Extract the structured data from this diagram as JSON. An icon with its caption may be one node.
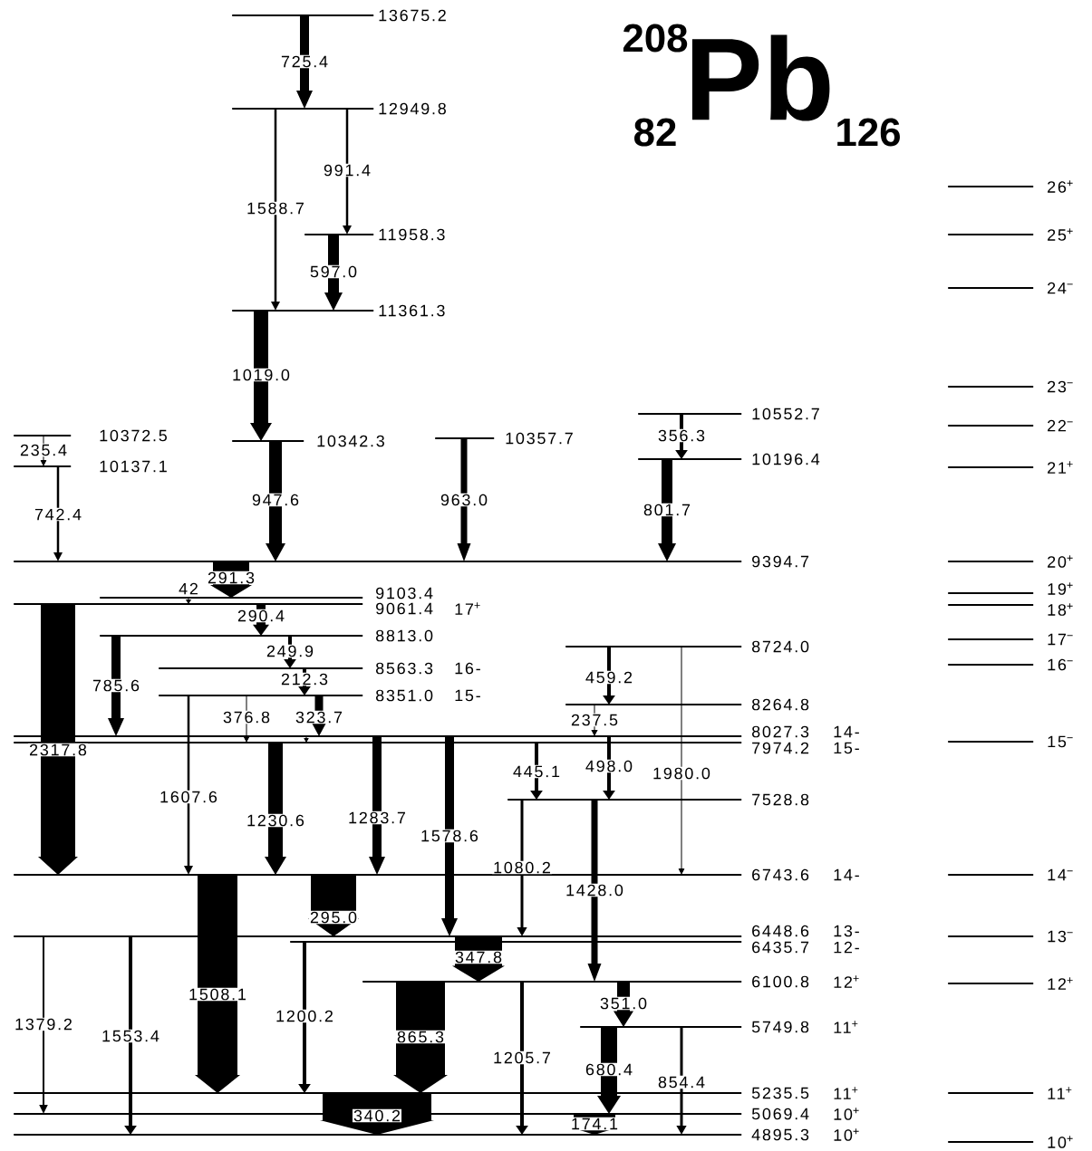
{
  "diagram": {
    "title": "Pb",
    "nodes": [
      {
        "text": [
          "13675.2"
        ]
      },
      {
        "text": [
          "12949.8"
        ]
      },
      {
        "text": [
          "11958.3"
        ]
      },
      {
        "text": [
          "11361.3"
        ]
      },
      {
        "text": [
          "10372.5"
        ]
      },
      {
        "text": [
          "10137.1"
        ]
      },
      {
        "text": [
          "10342.3"
        ]
      },
      {
        "text": [
          "10357.7"
        ]
      },
      {
        "text": [
          "10552.7"
        ]
      },
      {
        "text": [
          "10196.4"
        ]
      },
      {
        "text": [
          "9394.7"
        ]
      },
      {
        "text": [
          "9103.4"
        ]
      },
      {
        "text": [
          "9061.4",
          "17$^{+}$"
        ]
      },
      {
        "text": [
          "8813.0"
        ]
      },
      {
        "text": [
          "8563.3",
          "16-"
        ]
      },
      {
        "text": [
          "8351.0",
          "15-"
        ]
      },
      {
        "text": [
          "8724.0"
        ]
      },
      {
        "text": [
          "8264.8"
        ]
      },
      {
        "text": [
          "8027.3",
          "14-"
        ]
      },
      {
        "text": [
          "7974.2",
          "15-"
        ]
      },
      {
        "text": [
          "7528.8"
        ]
      },
      {
        "text": [
          "6743.6",
          "14-"
        ]
      },
      {
        "text": [
          "6448.6",
          "13-"
        ]
      },
      {
        "text": [
          "6435.7",
          "12-"
        ]
      },
      {
        "text": [
          "6100.8",
          "12$^{+}$"
        ]
      },
      {
        "text": [
          "5749.8",
          "11$^{+}$"
        ]
      },
      {
        "text": [
          "5235.5",
          "11$^{+}$"
        ]
      },
      {
        "text": [
          "5069.4",
          "10$^{+}$"
        ]
      },
      {
        "text": [
          "4895.3",
          "10$^{+}$"
        ]
      },
      {
        "text": [
          "26$^{+}$"
        ]
      },
      {
        "text": [
          "25$^{+}$"
        ]
      },
      {
        "text": [
          "24$^{−}$"
        ]
      },
      {
        "text": [
          "23$^{−}$"
        ]
      },
      {
        "text": [
          "22$^{−}$"
        ]
      },
      {
        "text": [
          "21$^{+}$"
        ]
      },
      {
        "text": [
          "20$^{+}$"
        ]
      },
      {
        "text": [
          "19$^{+}$"
        ]
      },
      {
        "text": [
          "18$^{+}$"
        ]
      },
      {
        "text": [
          "17$^{−}$"
        ]
      },
      {
        "text": [
          "16$^{−}$"
        ]
      },
      {
        "text": [
          "15$^{−}$"
        ]
      },
      {
        "text": [
          "14$^{−}$"
        ]
      },
      {
        "text": [
          "13$^{−}$"
        ]
      },
      {
        "text": [
          "12$^{+}$"
        ]
      },
      {
        "text": [
          "11$^{+}$"
        ]
      },
      {
        "text": [
          "10$^{+}$"
        ]
      }
    ],
    "edges": [
      {
        "from": 0,
        "to": 1,
        "arrow": "to",
        "label": "725.4",
        "style": "thick"
      },
      {
        "from": 1,
        "to": 3,
        "arrow": "to",
        "label": "1588.7"
      },
      {
        "from": 1,
        "to": 2,
        "arrow": "to",
        "label": "991.4"
      },
      {
        "from": 2,
        "to": 3,
        "arrow": "to",
        "label": "597.0",
        "style": "thick"
      },
      {
        "from": 3,
        "to": 6,
        "arrow": "to",
        "label": "1019.0",
        "style": "thick"
      },
      {
        "from": 4,
        "to": 5,
        "arrow": "to",
        "label": "235.4"
      },
      {
        "from": 5,
        "to": 10,
        "arrow": "to",
        "label": "742.4"
      },
      {
        "from": 6,
        "to": 10,
        "arrow": "to",
        "label": "947.6",
        "style": "thick"
      },
      {
        "from": 7,
        "to": 10,
        "arrow": "to",
        "label": "963.0",
        "style": "thick"
      },
      {
        "from": 8,
        "to": 9,
        "arrow": "to",
        "label": "356.3"
      },
      {
        "from": 9,
        "to": 10,
        "arrow": "to",
        "label": "801.7",
        "style": "thick"
      },
      {
        "from": 10,
        "to": 11,
        "arrow": "to",
        "label": "291.3",
        "style": "thick"
      },
      {
        "from": 11,
        "to": 12,
        "arrow": "to",
        "label": "42"
      },
      {
        "from": 12,
        "to": 21,
        "arrow": "to",
        "label": "2317.8",
        "style": "thick"
      },
      {
        "from": 12,
        "to": 13,
        "arrow": "to",
        "label": "290.4",
        "style": "thick"
      },
      {
        "from": 13,
        "to": 14,
        "arrow": "to",
        "label": "249.9"
      },
      {
        "from": 13,
        "to": 18,
        "arrow": "to",
        "label": "785.6",
        "style": "thick"
      },
      {
        "from": 14,
        "to": 15,
        "arrow": "to",
        "label": "212.3"
      },
      {
        "from": 15,
        "to": 19,
        "arrow": "to",
        "label": "376.8"
      },
      {
        "from": 15,
        "to": 18,
        "arrow": "to",
        "label": "323.7",
        "style": "thick"
      },
      {
        "from": 18,
        "to": 19,
        "arrow": "to"
      },
      {
        "from": 15,
        "to": 21,
        "arrow": "to",
        "label": "1607.6"
      },
      {
        "from": 19,
        "to": 21,
        "arrow": "to",
        "label": "1230.6",
        "style": "thick"
      },
      {
        "from": 18,
        "to": 21,
        "arrow": "to",
        "label": "1283.7",
        "style": "thick"
      },
      {
        "from": 18,
        "to": 22,
        "arrow": "to",
        "label": "1578.6",
        "style": "thick"
      },
      {
        "from": 19,
        "to": 20,
        "arrow": "to",
        "label": "445.1"
      },
      {
        "from": 16,
        "to": 17,
        "arrow": "to",
        "label": "459.2"
      },
      {
        "from": 17,
        "to": 18,
        "arrow": "to",
        "label": "237.5"
      },
      {
        "from": 18,
        "to": 20,
        "arrow": "to",
        "label": "498.0"
      },
      {
        "from": 16,
        "to": 21,
        "arrow": "to",
        "label": "1980.0"
      },
      {
        "from": 20,
        "to": 22,
        "arrow": "to",
        "label": "1080.2"
      },
      {
        "from": 20,
        "to": 24,
        "arrow": "to",
        "label": "1428.0",
        "style": "thick"
      },
      {
        "from": 21,
        "to": 22,
        "arrow": "to",
        "label": "295.0",
        "style": "thick"
      },
      {
        "from": 21,
        "to": 26,
        "arrow": "to",
        "label": "1508.1",
        "style": "thick"
      },
      {
        "from": 22,
        "to": 27,
        "arrow": "to",
        "label": "1379.2"
      },
      {
        "from": 22,
        "to": 28,
        "arrow": "to",
        "label": "1553.4"
      },
      {
        "from": 23,
        "to": 26,
        "arrow": "to",
        "label": "1200.2"
      },
      {
        "from": 22,
        "to": 24,
        "arrow": "to",
        "label": "347.8",
        "style": "thick"
      },
      {
        "from": 24,
        "to": 26,
        "arrow": "to",
        "label": "865.3",
        "style": "thick"
      },
      {
        "from": 24,
        "to": 28,
        "arrow": "to",
        "label": "1205.7"
      },
      {
        "from": 24,
        "to": 25,
        "arrow": "to",
        "label": "351.0",
        "style": "thick"
      },
      {
        "from": 25,
        "to": 27,
        "arrow": "to",
        "label": "680.4",
        "style": "thick"
      },
      {
        "from": 25,
        "to": 28,
        "arrow": "to",
        "label": "854.4"
      },
      {
        "from": 26,
        "to": 28,
        "arrow": "to",
        "label": "340.2",
        "style": "thick"
      },
      {
        "from": 27,
        "to": 28,
        "arrow": "to",
        "label": "174.1",
        "style": "thick"
      }
    ],
    "labels": [
      "208",
      "82",
      "126"
    ]
  }
}
